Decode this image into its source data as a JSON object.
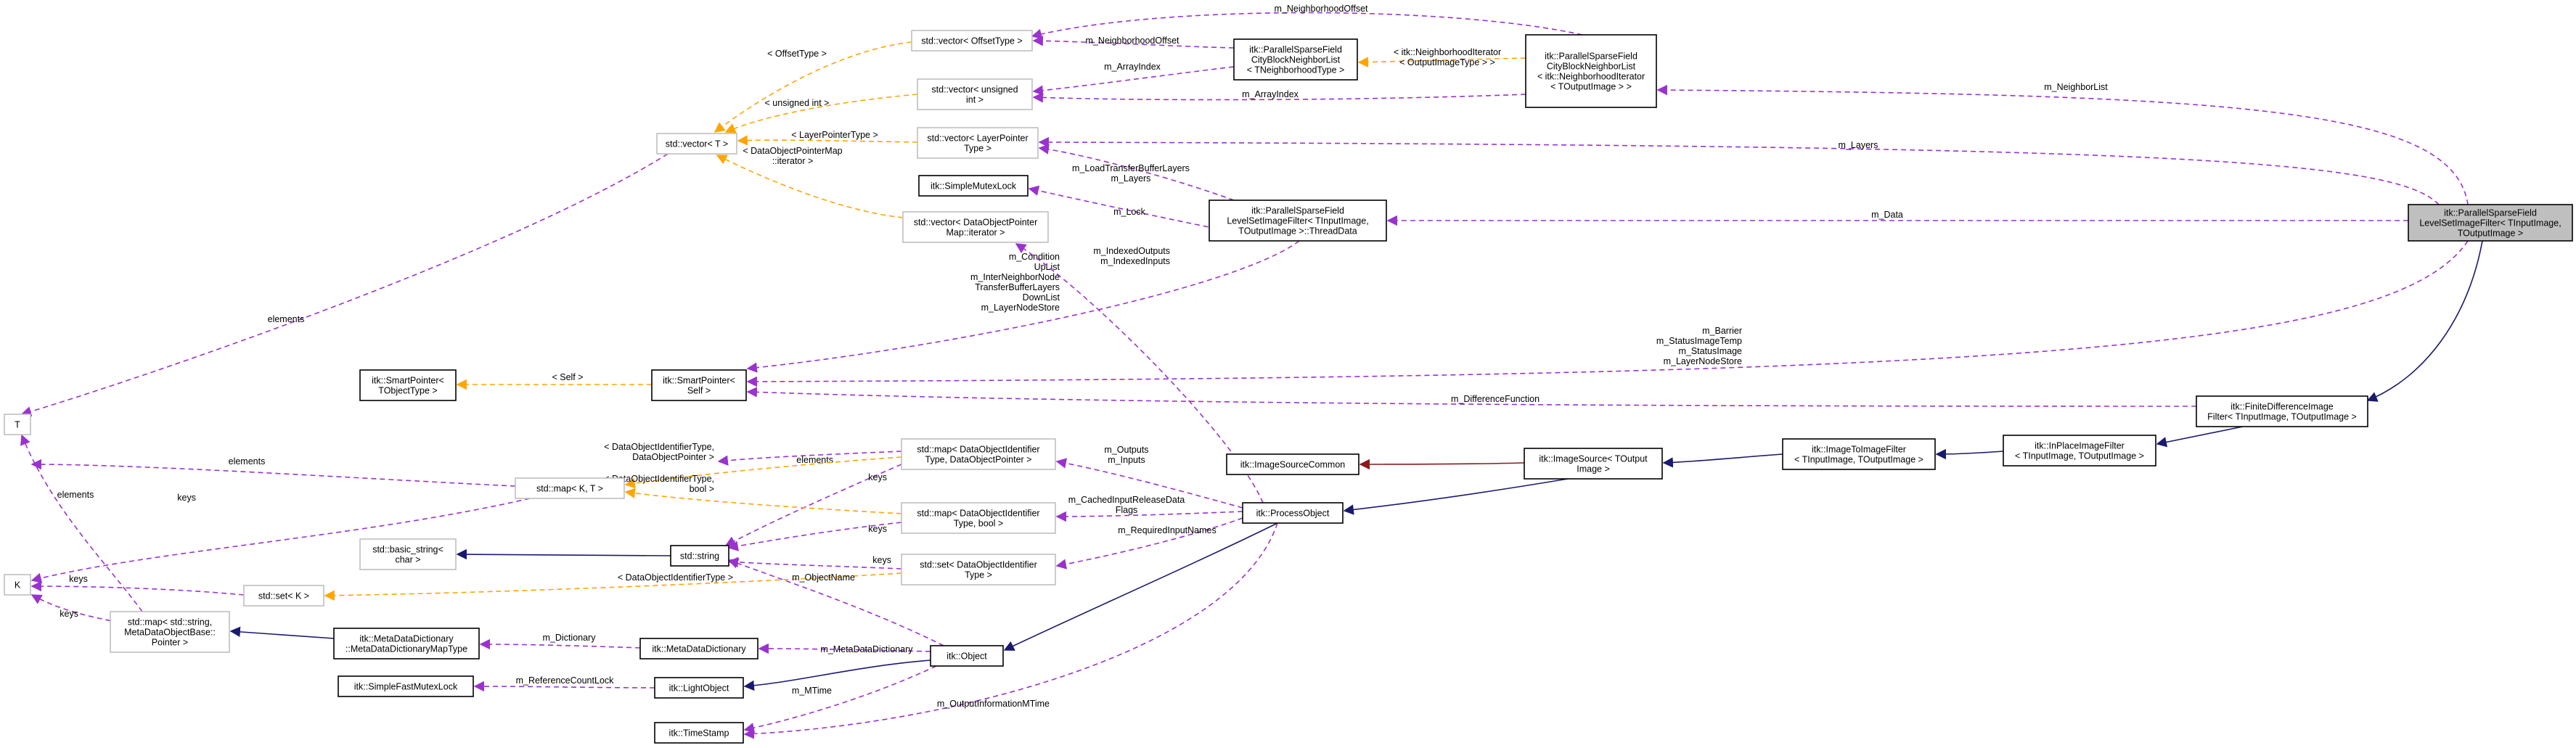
{
  "colors": {
    "usage": "#9a32cd",
    "template": "#ffa500",
    "inheritance": "#191970",
    "private": "#8b1a1a",
    "node_border_dark": "#000000",
    "node_border_light": "#bfbfbf",
    "focus_fill": "#bfbfbf"
  },
  "nodes": {
    "offset_vec": {
      "lines": [
        "std::vector< OffsetType >"
      ]
    },
    "unsigned_vec": {
      "lines": [
        "std::vector< unsigned",
        "int >"
      ]
    },
    "layerptr_vec": {
      "lines": [
        "std::vector< LayerPointer",
        "Type >"
      ]
    },
    "mutexlock": {
      "lines": [
        "itk::SimpleMutexLock"
      ]
    },
    "dopmapit_vec": {
      "lines": [
        "std::vector< DataObjectPointer",
        "Map::iterator >"
      ]
    },
    "vector_t": {
      "lines": [
        "std::vector< T >"
      ]
    },
    "cbnl_tn": {
      "lines": [
        "itk::ParallelSparseField",
        "CityBlockNeighborList",
        "< TNeighborhoodType >"
      ]
    },
    "cbnl_img": {
      "lines": [
        "itk::ParallelSparseField",
        "CityBlockNeighborList",
        "< itk::NeighborhoodIterator",
        "< TOutputImage > >"
      ]
    },
    "threaddata": {
      "lines": [
        "itk::ParallelSparseField",
        "LevelSetImageFilter< TInputImage,",
        "TOutputImage >::ThreadData"
      ]
    },
    "focus": {
      "lines": [
        "itk::ParallelSparseField",
        "LevelSetImageFilter< TInputImage,",
        "TOutputImage >"
      ]
    },
    "smartptr_tobj": {
      "lines": [
        "itk::SmartPointer<",
        "TObjectType >"
      ]
    },
    "smartptr_self": {
      "lines": [
        "itk::SmartPointer<",
        "Self >"
      ]
    },
    "t_node": {
      "lines": [
        "T"
      ]
    },
    "k_node": {
      "lines": [
        "K"
      ]
    },
    "map_kt": {
      "lines": [
        "std::map< K, T >"
      ]
    },
    "map_dop": {
      "lines": [
        "std::map< DataObjectIdentifier",
        "Type, DataObjectPointer >"
      ]
    },
    "map_bool": {
      "lines": [
        "std::map< DataObjectIdentifier",
        "Type, bool >"
      ]
    },
    "basic_string": {
      "lines": [
        "std::basic_string<",
        "char >"
      ]
    },
    "string": {
      "lines": [
        "std::string"
      ]
    },
    "set_k": {
      "lines": [
        "std::set< K >"
      ]
    },
    "set_doi": {
      "lines": [
        "std::set< DataObjectIdentifier",
        "Type >"
      ]
    },
    "map_mdb": {
      "lines": [
        "std::map< std::string,",
        "MetaDataObjectBase::",
        "Pointer >"
      ]
    },
    "mdd_map": {
      "lines": [
        "itk::MetaDataDictionary",
        "::MetaDataDictionaryMapType"
      ]
    },
    "mdd": {
      "lines": [
        "itk::MetaDataDictionary"
      ]
    },
    "fastmutex": {
      "lines": [
        "itk::SimpleFastMutexLock"
      ]
    },
    "lightobject": {
      "lines": [
        "itk::LightObject"
      ]
    },
    "timestamp": {
      "lines": [
        "itk::TimeStamp"
      ]
    },
    "object": {
      "lines": [
        "itk::Object"
      ]
    },
    "processobject": {
      "lines": [
        "itk::ProcessObject"
      ]
    },
    "imgsrccommon": {
      "lines": [
        "itk::ImageSourceCommon"
      ]
    },
    "imgsrc": {
      "lines": [
        "itk::ImageSource< TOutput",
        "Image >"
      ]
    },
    "img2img": {
      "lines": [
        "itk::ImageToImageFilter",
        "< TInputImage, TOutputImage >"
      ]
    },
    "inplace": {
      "lines": [
        "itk::InPlaceImageFilter",
        "< TInputImage, TOutputImage >"
      ]
    },
    "finitediff": {
      "lines": [
        "itk::FiniteDifferenceImage",
        "Filter< TInputImage, TOutputImage >"
      ]
    }
  },
  "edges": {
    "e_neighborhoodoffset": {
      "lines": [
        "m_NeighborhoodOffset"
      ]
    },
    "e_neighborhoodoffset_top": {
      "lines": [
        "m_NeighborhoodOffset"
      ]
    },
    "e_arrayindex_1": {
      "lines": [
        "m_ArrayIndex"
      ]
    },
    "e_arrayindex_2": {
      "lines": [
        "m_ArrayIndex"
      ]
    },
    "e_offsettype": {
      "lines": [
        "< OffsetType >"
      ]
    },
    "e_unsignedint": {
      "lines": [
        "< unsigned int >"
      ]
    },
    "e_layerpointertype": {
      "lines": [
        "< LayerPointerType >"
      ]
    },
    "e_dopmapit": {
      "lines": [
        "< DataObjectPointerMap",
        "::iterator >"
      ]
    },
    "e_nbit": {
      "lines": [
        "< itk::NeighborhoodIterator",
        "< OutputImageType > >"
      ]
    },
    "e_neighborlist": {
      "lines": [
        "m_NeighborList"
      ]
    },
    "e_layers_focus": {
      "lines": [
        "m_Layers"
      ]
    },
    "e_loadtransfer": {
      "lines": [
        "m_LoadTransferBufferLayers",
        "m_Layers"
      ]
    },
    "e_lock": {
      "lines": [
        "m_Lock"
      ]
    },
    "e_data": {
      "lines": [
        "m_Data"
      ]
    },
    "e_threaddata_sp": {
      "lines": [
        "m_Condition",
        "UpList",
        "m_InterNeighborNode",
        "TransferBufferLayers",
        "DownList",
        "m_LayerNodeStore"
      ]
    },
    "e_indexed": {
      "lines": [
        "m_IndexedOutputs",
        "m_IndexedInputs"
      ]
    },
    "e_self": {
      "lines": [
        "< Self >"
      ]
    },
    "e_barrier": {
      "lines": [
        "m_Barrier",
        "m_StatusImageTemp",
        "m_StatusImage",
        "m_LayerNodeStore"
      ]
    },
    "e_difffunc": {
      "lines": [
        "m_DifferenceFunction"
      ]
    },
    "e_elements_vec": {
      "lines": [
        "elements"
      ]
    },
    "e_elements_map": {
      "lines": [
        "elements"
      ]
    },
    "e_elements_dop": {
      "lines": [
        "elements"
      ]
    },
    "e_elements_mdb": {
      "lines": [
        "elements"
      ]
    },
    "e_keys_map": {
      "lines": [
        "keys"
      ]
    },
    "e_keys_set": {
      "lines": [
        "keys"
      ]
    },
    "e_keys_mdb": {
      "lines": [
        "keys"
      ]
    },
    "e_keys_dop": {
      "lines": [
        "keys"
      ]
    },
    "e_keys_bool": {
      "lines": [
        "keys"
      ]
    },
    "e_keys_setdoi": {
      "lines": [
        "keys"
      ]
    },
    "e_doi_dop": {
      "lines": [
        "< DataObjectIdentifierType,",
        "DataObjectPointer >"
      ]
    },
    "e_doi_bool": {
      "lines": [
        "< DataObjectIdentifierType,",
        "bool >"
      ]
    },
    "e_doi_set": {
      "lines": [
        "< DataObjectIdentifierType >"
      ]
    },
    "e_outputs": {
      "lines": [
        "m_Outputs",
        "m_Inputs"
      ]
    },
    "e_cached": {
      "lines": [
        "m_CachedInputReleaseData",
        "Flags"
      ]
    },
    "e_required": {
      "lines": [
        "m_RequiredInputNames"
      ]
    },
    "e_objectname": {
      "lines": [
        "m_ObjectName"
      ]
    },
    "e_dictionary": {
      "lines": [
        "m_Dictionary"
      ]
    },
    "e_metadatadict": {
      "lines": [
        "m_MetaDataDictionary"
      ]
    },
    "e_refcount": {
      "lines": [
        "m_ReferenceCountLock"
      ]
    },
    "e_mtime": {
      "lines": [
        "m_MTime"
      ]
    },
    "e_outinfomtime": {
      "lines": [
        "m_OutputInformationMTime"
      ]
    }
  }
}
